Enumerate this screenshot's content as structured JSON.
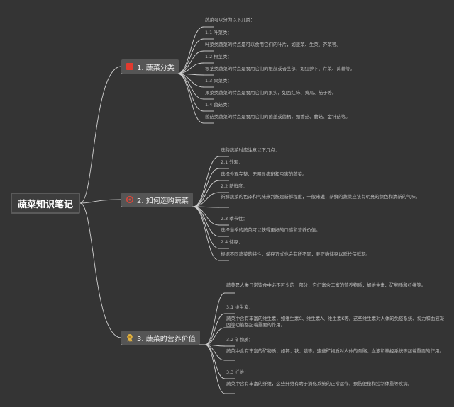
{
  "root": {
    "label": "蔬菜知识笔记"
  },
  "branches": [
    {
      "label": "1. 蔬菜分类",
      "icon": "red-square-icon",
      "color": "#e23a2e",
      "items": [
        "蔬菜可以分为以下几类：",
        "1.1 叶菜类：",
        "叶菜类蔬菜的特点是可以食用它们的叶片，如菠菜、生菜、芥菜等。",
        "1.2 根茎类：",
        "根茎类蔬菜的特点是食用它们的根部或者茎部，如红萝卜、芹菜、莴苣等。",
        "1.3 果菜类：",
        "果菜类蔬菜的特点是食用它们的果实，如西红柿、黄瓜、茄子等。",
        "1.4 菌菇类：",
        "菌菇类蔬菜的特点是食用它们的菌盖或菌柄，如香菇、蘑菇、金针菇等。"
      ]
    },
    {
      "label": "2. 如何选购蔬菜",
      "icon": "red-ring-icon",
      "color": "#d9473a",
      "items": [
        "选购蔬菜时应注意以下几点：",
        "2.1 外观：",
        "选择外观完整、无明显病斑和虫害的蔬菜。",
        "2.2 新鲜度：",
        "新鲜蔬菜的色泽和气味来判断是新鲜程度，一般来说，新鲜的蔬菜应该有明亮的颜色和清新的气味。",
        "2.3 季节性：",
        "选择当季的蔬菜可以获得更好的口感和营养价值。",
        "2.4 储存：",
        "根据不同蔬菜的特性，储存方式也会有所不同，要正确储存以延长保鲜期。"
      ]
    },
    {
      "label": "3. 蔬菜的营养价值",
      "icon": "ribbon-badge-icon",
      "color": "#e0b243",
      "items": [
        "蔬菜是人类日常饮食中必不可少的一部分，它们富含丰富的营养物质，如维生素、矿物质和纤维等。",
        "3.1 维生素：",
        "蔬菜中含有丰富的维生素，如维生素C、维生素A、维生素K等。这些维生素对人体的免疫系统、视力和血液凝固等功能都起着重要的作用。",
        "3.2 矿物质：",
        "蔬菜中含有丰富的矿物质，如钙、铁、镁等。这些矿物质对人体的骨骼、血液和神经系统等起着重要的作用。",
        "3.3 纤维：",
        "蔬菜中含有丰富的纤维，这些纤维有助于消化系统的正常运作，预防便秘和控制体重等疾病。"
      ]
    }
  ]
}
